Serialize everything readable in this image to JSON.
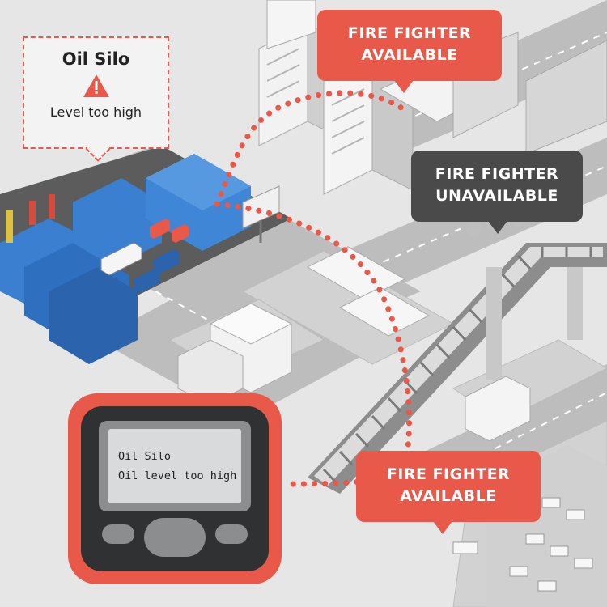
{
  "silo_callout": {
    "title": "Oil Silo",
    "message": "Level too high",
    "warning_icon": "warning-triangle-icon"
  },
  "bubbles": {
    "top": {
      "line1": "FIRE FIGHTER",
      "line2": "AVAILABLE",
      "status": "available"
    },
    "middle": {
      "line1": "FIRE FIGHTER",
      "line2": "UNAVAILABLE",
      "status": "unavailable"
    },
    "bottom": {
      "line1": "FIRE FIGHTER",
      "line2": "AVAILABLE",
      "status": "available"
    }
  },
  "pager": {
    "line1": "Oil Silo",
    "line2": "Oil level too high"
  },
  "colors": {
    "accent_red": "#e8594a",
    "unavailable_gray": "#4a4a4a",
    "factory_blue": "#3a7fd0",
    "pager_body": "#2f3133"
  }
}
